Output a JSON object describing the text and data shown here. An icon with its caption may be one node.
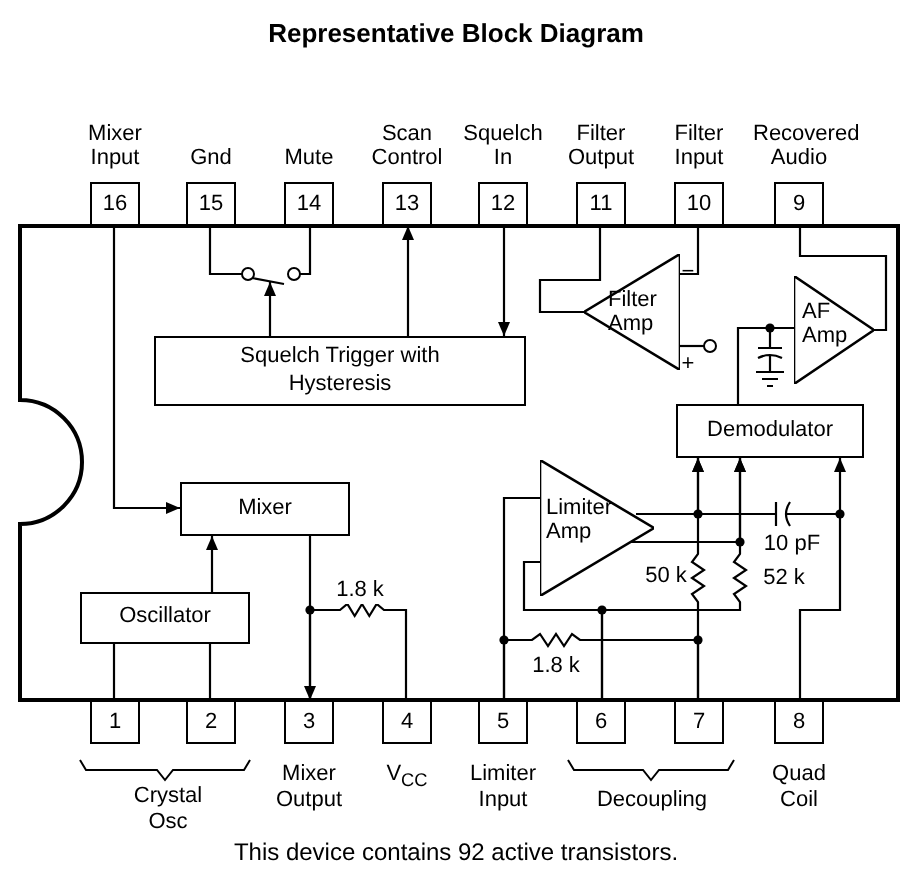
{
  "diagram": {
    "title": "Representative Block Diagram",
    "caption": "This device contains 92 active transistors.",
    "nodes": [
      {
        "text": [
          "16"
        ],
        "beside": [
          "Mixer Input"
        ]
      },
      {
        "text": [
          "15"
        ],
        "beside": [
          "Gnd"
        ]
      },
      {
        "text": [
          "14"
        ],
        "beside": [
          "Mute"
        ]
      },
      {
        "text": [
          "13"
        ],
        "beside": [
          "Scan Control"
        ]
      },
      {
        "text": [
          "12"
        ],
        "beside": [
          "Squelch In"
        ]
      },
      {
        "text": [
          "11"
        ],
        "beside": [
          "Filter Output"
        ]
      },
      {
        "text": [
          "10"
        ],
        "beside": [
          "Filter Input"
        ]
      },
      {
        "text": [
          "9"
        ],
        "beside": [
          "Recovered Audio"
        ]
      },
      {
        "text": [
          "Filter Amp"
        ]
      },
      {
        "text": [
          "AF Amp"
        ]
      },
      {
        "text": [],
        "shape": "switch"
      },
      {
        "text": [
          "Squelch Trigger with Hysteresis"
        ]
      },
      {
        "text": [
          "Demodulator"
        ]
      },
      {
        "text": [
          "Mixer"
        ]
      },
      {
        "text": [
          "Limiter Amp"
        ]
      },
      {
        "text": [
          "Oscillator"
        ]
      },
      {
        "text": [
          "1"
        ]
      },
      {
        "text": [
          "2"
        ]
      },
      {
        "text": [
          "3"
        ],
        "beside": [
          "Mixer Output"
        ]
      },
      {
        "text": [
          "4"
        ],
        "beside": [
          "V$_{CC}$"
        ]
      },
      {
        "text": [
          "5"
        ],
        "beside": [
          "Limiter Input"
        ]
      },
      {
        "text": [
          "6"
        ]
      },
      {
        "text": [
          "7"
        ]
      },
      {
        "text": [
          "8"
        ],
        "beside": [
          "Quad Coil"
        ]
      }
    ],
    "edges": [
      {
        "from": 0,
        "to": 13,
        "arrow": "to"
      },
      {
        "from": 1,
        "to": 10,
        "arrow": "none"
      },
      {
        "from": 2,
        "to": 10,
        "arrow": "none"
      },
      {
        "from": 11,
        "to": 10,
        "arrow": "to"
      },
      {
        "from": 11,
        "to": 3,
        "arrow": "to"
      },
      {
        "from": 4,
        "to": 11,
        "arrow": "to"
      },
      {
        "from": 8,
        "to": 5,
        "arrow": "none"
      },
      {
        "from": 6,
        "to": 8,
        "arrow": "none"
      },
      {
        "from": 9,
        "to": 7,
        "arrow": "none"
      },
      {
        "from": 12,
        "to": 9,
        "arrow": "none"
      },
      {
        "from": 15,
        "to": 13,
        "arrow": "to"
      },
      {
        "from": 13,
        "to": 18,
        "arrow": "to"
      },
      {
        "from": 16,
        "to": 15,
        "arrow": "none"
      },
      {
        "from": 17,
        "to": 15,
        "arrow": "none"
      },
      {
        "from": 19,
        "to": 18,
        "arrow": "none",
        "label": "1.8 k"
      },
      {
        "from": 20,
        "to": 14,
        "arrow": "none"
      },
      {
        "from": 21,
        "to": 14,
        "arrow": "none"
      },
      {
        "from": 20,
        "to": 22,
        "arrow": "none",
        "label": "1.8 k"
      },
      {
        "from": 14,
        "to": 12,
        "arrow": "to"
      },
      {
        "from": 14,
        "to": 12,
        "arrow": "to"
      },
      {
        "from": 22,
        "to": 12,
        "arrow": "to"
      },
      {
        "from": 21,
        "to": 12,
        "arrow": "to"
      },
      {
        "from": 23,
        "to": 12,
        "arrow": "to"
      }
    ],
    "labels": [
      "−",
      "+",
      "50 k",
      "10 pF",
      "52 k",
      "Crystal Osc",
      "Decoupling"
    ]
  }
}
